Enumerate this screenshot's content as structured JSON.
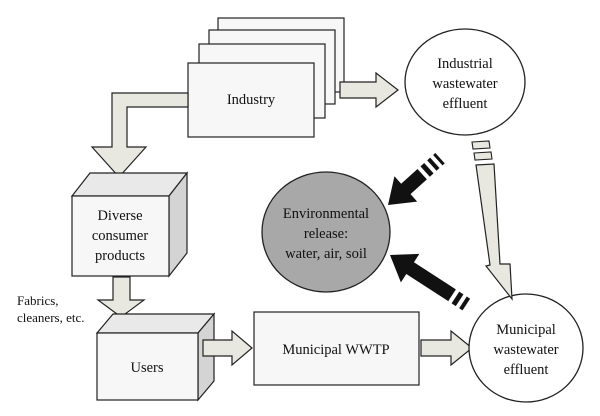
{
  "nodes": {
    "industry": {
      "label": "Industry"
    },
    "industrial_effluent": {
      "lines": [
        "Industrial",
        "wastewater",
        "effluent"
      ]
    },
    "consumer_products": {
      "lines": [
        "Diverse",
        "consumer",
        "products"
      ]
    },
    "environmental_release": {
      "lines": [
        "Environmental",
        "release:",
        "water, air, soil"
      ]
    },
    "users": {
      "label": "Users"
    },
    "municipal_wwtp": {
      "label": "Municipal WWTP"
    },
    "municipal_effluent": {
      "lines": [
        "Municipal",
        "wastewater",
        "effluent"
      ]
    }
  },
  "annotation": {
    "lines": [
      "Fabrics,",
      "cleaners, etc."
    ]
  },
  "colors": {
    "box_fill": "#f7f7f7",
    "box_side": "#d4d4d4",
    "box_top": "#e9e9e9",
    "stroke": "#222222",
    "arrow_fill": "#e8e8e0",
    "env_fill": "#a8a8a8",
    "release_arrow": "#111111"
  }
}
